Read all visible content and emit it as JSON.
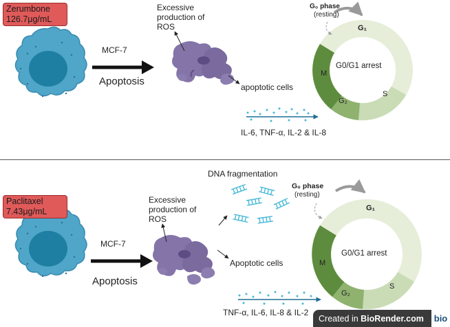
{
  "top": {
    "drug": {
      "name": "Zerumbone",
      "dose": "126.7μg/mL"
    },
    "cell_line": "MCF-7",
    "process": "Apoptosis",
    "ros": "Excessive\nproduction of\nROS",
    "apoptotic": "apoptotic cells",
    "cytokines": "IL-6, TNF-α, IL-2 &  IL-8",
    "cycle": {
      "center": "G0/G1 arrest",
      "g0": "G₀ phase",
      "resting": "(resting)",
      "g1": "G₁",
      "s": "S",
      "g2": "G₂",
      "m": "M"
    }
  },
  "bottom": {
    "drug": {
      "name": "Paclitaxel",
      "dose": "7.43μg/mL"
    },
    "cell_line": "MCF-7",
    "process": "Apoptosis",
    "ros": "Excessive\nproduction of\nROS",
    "dna": "DNA fragmentation",
    "apoptotic": "Apoptotic cells",
    "cytokines": "TNF-α, IL-6, IL-8 & IL-2",
    "cycle": {
      "center": "G0/G1 arrest",
      "g0": "G₀ phase",
      "resting": "(resting)",
      "g1": "G₁",
      "s": "S",
      "g2": "G₂",
      "m": "M"
    }
  },
  "badge": {
    "prefix": "Created in ",
    "brand": "BioRender.com",
    "mark": "bio"
  },
  "colors": {
    "drug_box": "#e05a5a",
    "cell": "#4fa6c9",
    "nucleus": "#1f7fa3",
    "apoptotic": "#8474a8",
    "cycle_light": "#e6eed9",
    "cycle_mid": "#c9dcb6",
    "cycle_dark": "#5e8c3e"
  }
}
